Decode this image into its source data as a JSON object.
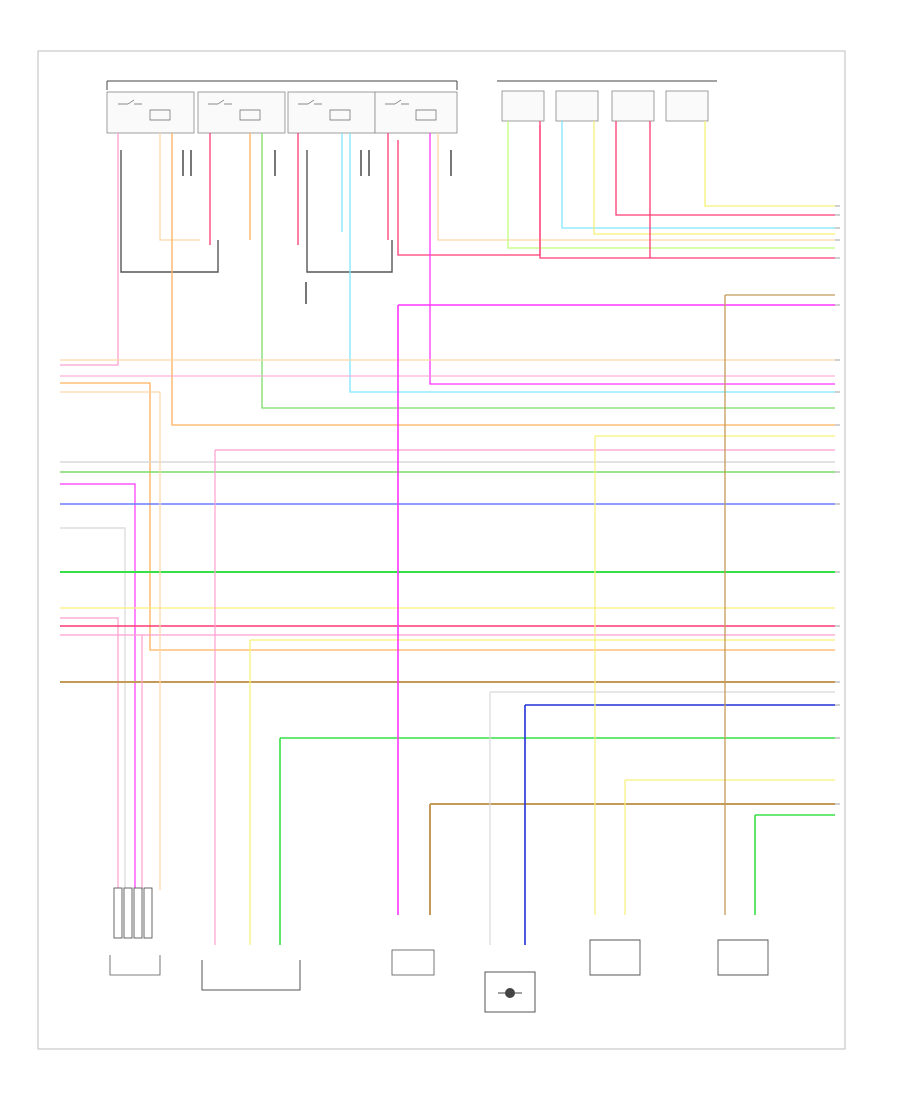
{
  "diagram": {
    "footer_code": "",
    "header_left": "",
    "header_right": "",
    "colors": {
      "pink": "#ff9fd0",
      "red_pink": "#ff3a74",
      "tan": "#ffd6a6",
      "orange": "#ffb15c",
      "brown": "#c49a58",
      "yellow": "#f7f07a",
      "green": "#38e048",
      "lt_green": "#7ddc6a",
      "lt_blue": "#7fe8ff",
      "blue": "#6b7cff",
      "dk_blue": "#2230d8",
      "magenta": "#ff35ff",
      "white_gray": "#d8d8d8",
      "gray_dark": "#555555"
    },
    "wire_labels": [
      {
        "id": "w1",
        "left": "",
        "right": ""
      },
      {
        "id": "w2",
        "left": "",
        "right": ""
      },
      {
        "id": "w3",
        "left": "",
        "right": ""
      },
      {
        "id": "w4",
        "left": "",
        "right": ""
      },
      {
        "id": "w5",
        "left": "",
        "right": ""
      },
      {
        "id": "w6",
        "left": "",
        "right": ""
      },
      {
        "id": "w7",
        "left": "",
        "right": ""
      },
      {
        "id": "w8",
        "left": "",
        "right": ""
      },
      {
        "id": "w9",
        "left": "",
        "right": ""
      },
      {
        "id": "w10",
        "left": "",
        "right": ""
      }
    ],
    "components": [
      {
        "id": "inj-left-group",
        "label": ""
      },
      {
        "id": "inj-right-group",
        "label": ""
      },
      {
        "id": "sensor-ground",
        "label": ""
      },
      {
        "id": "connector-mid",
        "label": ""
      },
      {
        "id": "fuel-injector-harness",
        "label": ""
      },
      {
        "id": "bottom-comp-1",
        "label": ""
      },
      {
        "id": "bottom-comp-2",
        "label": ""
      },
      {
        "id": "bottom-comp-3",
        "label": ""
      },
      {
        "id": "bottom-comp-4",
        "label": ""
      },
      {
        "id": "bottom-comp-5",
        "label": ""
      },
      {
        "id": "bottom-comp-6",
        "label": ""
      }
    ]
  }
}
